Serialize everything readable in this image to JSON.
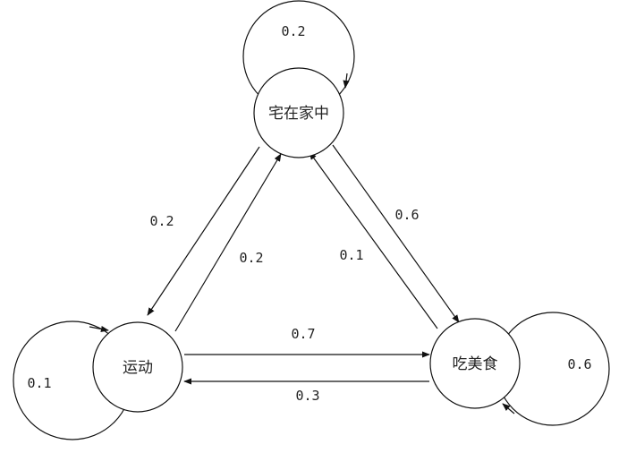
{
  "diagram": {
    "nodes": {
      "home": {
        "label": "宅在家中"
      },
      "exercise": {
        "label": "运动"
      },
      "eat": {
        "label": "吃美食"
      }
    },
    "edges": {
      "home_self": "0.2",
      "home_to_exercise": "0.2",
      "exercise_to_home": "0.2",
      "home_to_eat": "0.6",
      "eat_to_home": "0.1",
      "exercise_to_eat": "0.7",
      "eat_to_exercise": "0.3",
      "exercise_self": "0.1",
      "eat_self": "0.6"
    }
  }
}
